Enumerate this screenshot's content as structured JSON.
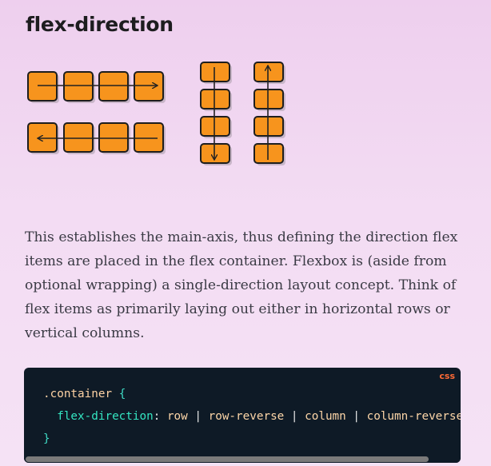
{
  "heading": "flex-direction",
  "description": "This establishes the main-axis, thus defining the direction flex items are placed in the flex container. Flexbox is (aside from optional wrapping) a single-direction layout concept. Think of flex items as primarily laying out either in horizontal rows or vertical columns.",
  "code": {
    "language": "css",
    "selector": ".container",
    "open_brace": "{",
    "property": "flex-direction",
    "colon": ":",
    "values": [
      "row",
      "row-reverse",
      "column",
      "column-reverse"
    ],
    "separator": "|",
    "close_brace": "}"
  },
  "illustration": {
    "diagrams": [
      "row",
      "row-reverse",
      "column",
      "column-reverse"
    ],
    "item_color": "#f7941d"
  }
}
